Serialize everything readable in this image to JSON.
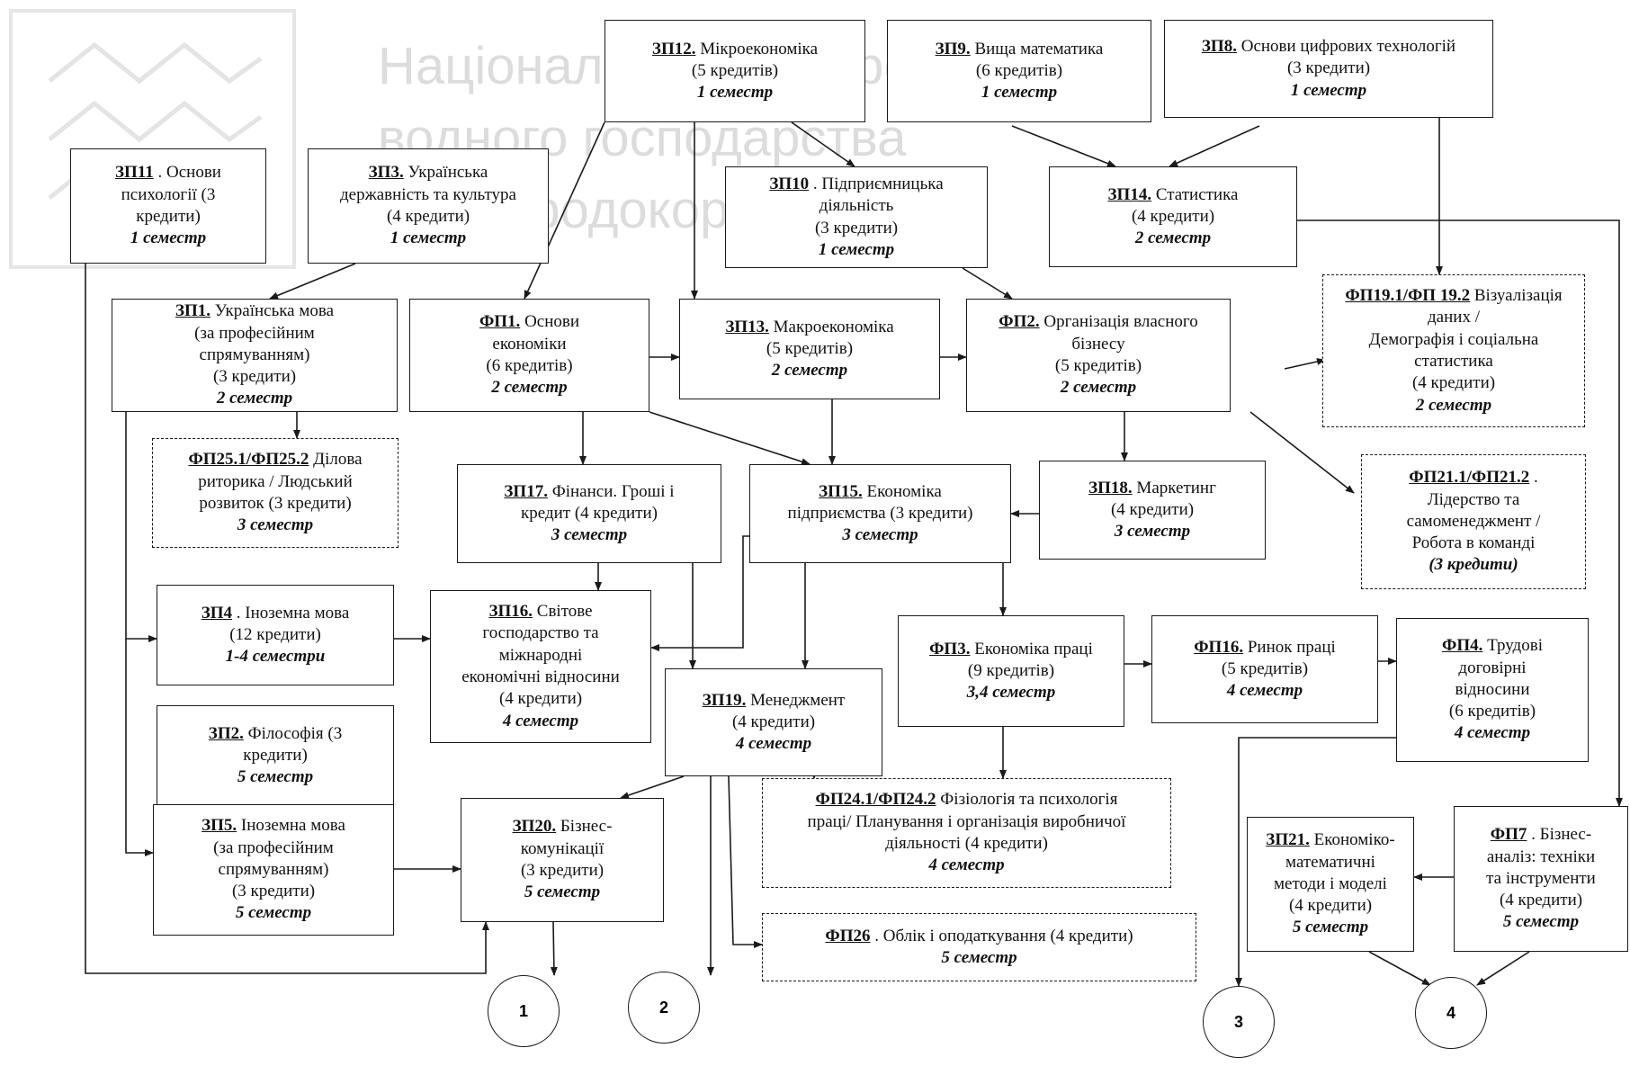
{
  "watermark": {
    "lines": [
      "Національний університет",
      "водного господарства",
      "та природокористування"
    ]
  },
  "boxes": [
    {
      "id": "zp12",
      "style": "solid",
      "code": "ЗП12.",
      "lines": [
        "Мікроекономіка",
        "(5 кредитів)"
      ],
      "semester": "1 семестр"
    },
    {
      "id": "zp9",
      "style": "solid",
      "code": "ЗП9.",
      "lines": [
        "Вища математика",
        "(6 кредитів)"
      ],
      "semester": "1 семестр"
    },
    {
      "id": "zp8",
      "style": "solid",
      "code": "ЗП8.",
      "lines": [
        "Основи цифрових технологій",
        "(3 кредити)"
      ],
      "semester": "1 семестр"
    },
    {
      "id": "zp11",
      "style": "solid",
      "code": "ЗП11",
      "lines": [
        ". Основи",
        "психології (3",
        "кредити)"
      ],
      "semester": "1 семестр"
    },
    {
      "id": "zp3",
      "style": "solid",
      "code": "ЗП3.",
      "lines": [
        "Українська",
        "державність та культура",
        "(4 кредити)"
      ],
      "semester": "1 семестр"
    },
    {
      "id": "zp10",
      "style": "solid",
      "code": "ЗП10",
      "lines": [
        ". Підприємницька",
        "діяльність",
        "(3 кредити)"
      ],
      "semester": "1 семестр"
    },
    {
      "id": "zp14",
      "style": "solid",
      "code": "ЗП14.",
      "lines": [
        "Статистика",
        "(4 кредити)"
      ],
      "semester": "2 семестр"
    },
    {
      "id": "zp1",
      "style": "solid",
      "code": "ЗП1.",
      "lines": [
        "Українська мова",
        "(за професійним",
        "спрямуванням)",
        "(3 кредити)"
      ],
      "semester": "2 семестр"
    },
    {
      "id": "fp1",
      "style": "solid",
      "code": "ФП1.",
      "lines": [
        "Основи",
        "економіки",
        "(6 кредитів)"
      ],
      "semester": "2 семестр"
    },
    {
      "id": "zp13",
      "style": "solid",
      "code": "ЗП13.",
      "lines": [
        "Макроекономіка",
        "(5 кредитів)"
      ],
      "semester": "2 семестр"
    },
    {
      "id": "fp2",
      "style": "solid",
      "code": "ФП2.",
      "lines": [
        "Організація власного",
        "бізнесу",
        "(5 кредитів)"
      ],
      "semester": "2 семестр"
    },
    {
      "id": "fp19",
      "style": "dashed",
      "code": "ФП19.1/ФП 19.2",
      "lines": [
        "Візуалізація даних /",
        "Демографія і соціальна",
        "статистика",
        "(4 кредити)"
      ],
      "semester": "2 семестр"
    },
    {
      "id": "fp25",
      "style": "dashed",
      "code": "ФП25.1/ФП25.2",
      "lines": [
        "Ділова",
        "риторика / Людський",
        "розвиток (3 кредити)"
      ],
      "semester": "3 семестр"
    },
    {
      "id": "zp17",
      "style": "solid",
      "code": "ЗП17.",
      "lines": [
        "Фінанси. Гроші і",
        "кредит (4 кредити)"
      ],
      "semester": "3 семестр"
    },
    {
      "id": "zp15",
      "style": "solid",
      "code": "ЗП15.",
      "lines": [
        "Економіка",
        "підприємства (3 кредити)"
      ],
      "semester": "3 семестр"
    },
    {
      "id": "zp18",
      "style": "solid",
      "code": "ЗП18.",
      "lines": [
        "Маркетинг",
        "(4 кредити)"
      ],
      "semester": "3 семестр"
    },
    {
      "id": "fp21",
      "style": "dashed",
      "code": "ФП21.1/ФП21.2",
      "lines": [
        ".",
        "Лідерство та",
        "самоменеджмент /",
        "Робота в команді"
      ],
      "semester": "(3 кредити)"
    },
    {
      "id": "zp4",
      "style": "solid",
      "code": "ЗП4",
      "lines": [
        ". Іноземна мова",
        "(12 кредити)"
      ],
      "semester": "1-4 семестри"
    },
    {
      "id": "zp16",
      "style": "solid",
      "code": "ЗП16.",
      "lines": [
        "Світове",
        "господарство та",
        "міжнародні",
        "економічні відносини",
        "(4 кредити)"
      ],
      "semester": "4 семестр"
    },
    {
      "id": "fp3",
      "style": "solid",
      "code": "ФП3.",
      "lines": [
        "Економіка праці",
        "(9 кредитів)"
      ],
      "semester": "3,4 семестр"
    },
    {
      "id": "fp16",
      "style": "solid",
      "code": "ФП16.",
      "lines": [
        "Ринок праці",
        "(5 кредитів)"
      ],
      "semester": "4 семестр"
    },
    {
      "id": "fp4",
      "style": "solid",
      "code": "ФП4.",
      "lines": [
        "Трудові",
        "договірні",
        "відносини",
        "(6 кредитів)"
      ],
      "semester": "4 семестр"
    },
    {
      "id": "zp2",
      "style": "solid",
      "code": "ЗП2.",
      "lines": [
        "Філософія (3",
        "кредити)"
      ],
      "semester": "5 семестр"
    },
    {
      "id": "zp19",
      "style": "solid",
      "code": "ЗП19.",
      "lines": [
        "Менеджмент",
        "(4 кредити)"
      ],
      "semester": "4 семестр"
    },
    {
      "id": "fp24",
      "style": "dashed",
      "code": "ФП24.1/ФП24.2",
      "lines": [
        "Фізіологія та психологія",
        "праці/ Планування і організація виробничої",
        "діяльності (4 кредити)"
      ],
      "semester": "4 семестр"
    },
    {
      "id": "zp5",
      "style": "solid",
      "code": "ЗП5.",
      "lines": [
        "Іноземна мова",
        "(за професійним",
        "спрямуванням)",
        "(3 кредити)"
      ],
      "semester": "5 семестр"
    },
    {
      "id": "zp20",
      "style": "solid",
      "code": "ЗП20.",
      "lines": [
        "Бізнес-",
        "комунікації",
        "(3 кредити)"
      ],
      "semester": "5 семестр"
    },
    {
      "id": "fp26",
      "style": "dashed",
      "code": "ФП26",
      "lines": [
        ". Облік і оподаткування (4 кредити)"
      ],
      "semester": "5 семестр"
    },
    {
      "id": "zp21",
      "style": "solid",
      "code": "ЗП21.",
      "lines": [
        "Економіко-",
        "математичні",
        "методи і моделі",
        "(4 кредити)"
      ],
      "semester": "5 семестр"
    },
    {
      "id": "fp7",
      "style": "solid",
      "code": "ФП7",
      "lines": [
        ". Бізнес-",
        "аналіз: техніки",
        "та інструменти",
        "(4 кредити)"
      ],
      "semester": "5 семестр"
    }
  ],
  "connectors": [
    {
      "id": "c1",
      "label": "1"
    },
    {
      "id": "c2",
      "label": "2"
    },
    {
      "id": "c3",
      "label": "3"
    },
    {
      "id": "c4",
      "label": "4"
    }
  ]
}
